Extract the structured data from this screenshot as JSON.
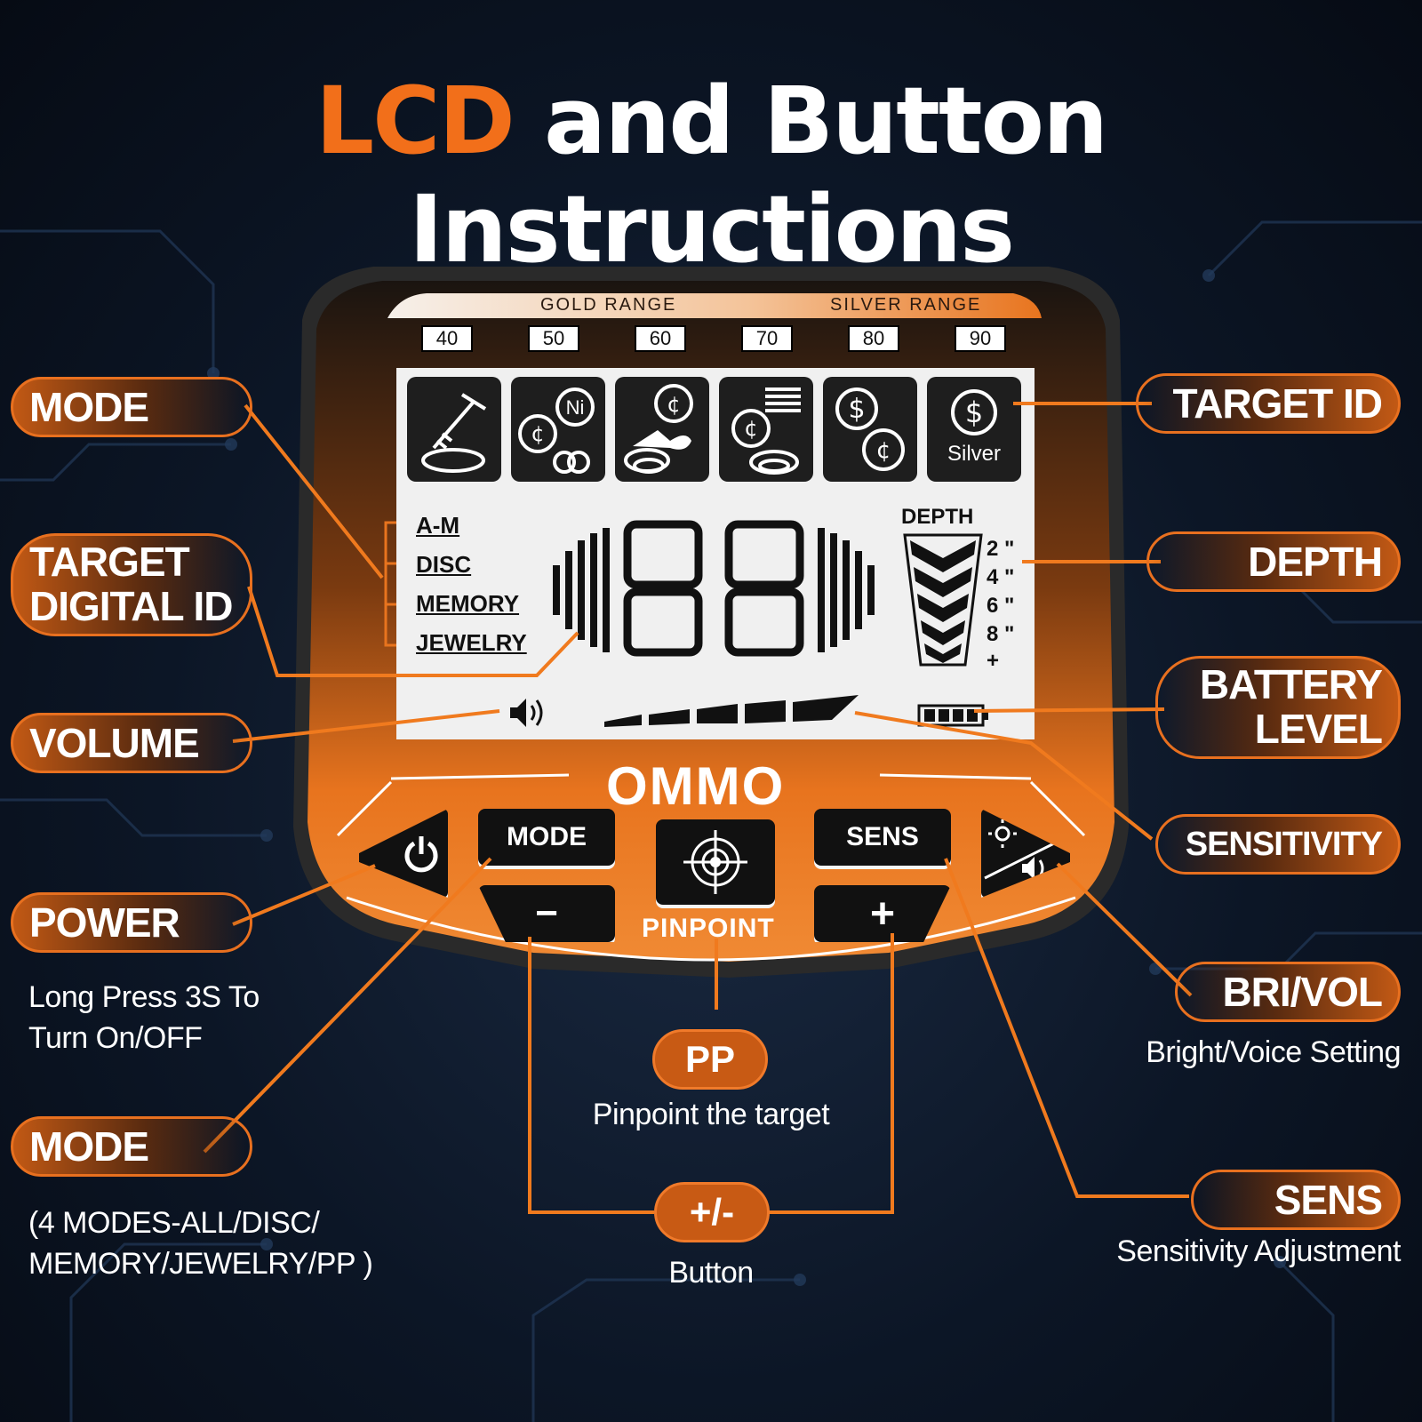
{
  "title": {
    "highlight": "LCD",
    "rest": "and Button Instructions"
  },
  "colors": {
    "accent": "#f26f1a",
    "background": "#0c1626",
    "device_body": "#e8741e",
    "lcd": "#f0f0f0"
  },
  "device": {
    "gold_range": "GOLD RANGE",
    "silver_range": "SILVER RANGE",
    "scale": [
      "40",
      "50",
      "60",
      "70",
      "80",
      "90"
    ],
    "target_icons": [
      {
        "name": "iron-bottlecap-icon"
      },
      {
        "name": "nickel-ring-icon",
        "text": "Ni"
      },
      {
        "name": "pulltab-coin-icon"
      },
      {
        "name": "zinc-coin-icon"
      },
      {
        "name": "dollar-cent-icon"
      },
      {
        "name": "silver-dollar-icon",
        "text": "Silver"
      }
    ],
    "modes": [
      "A-M",
      "DISC",
      "MEMORY",
      "JEWELRY"
    ],
    "depth_label": "DEPTH",
    "depth_values": [
      "2 \"",
      "4 \"",
      "6 \"",
      "8 \"",
      "+"
    ],
    "brand": "OMMO",
    "buttons": {
      "mode": "MODE",
      "sens": "SENS",
      "minus": "−",
      "plus": "+",
      "pinpoint": "PINPOINT"
    }
  },
  "callouts": {
    "mode_top": "MODE",
    "target_digital_id": [
      "TARGET",
      "DIGITAL ID"
    ],
    "volume": "VOLUME",
    "power": "POWER",
    "power_note": [
      "Long Press 3S To",
      "Turn On/OFF"
    ],
    "mode_bottom": "MODE",
    "mode_note": [
      "(4 MODES-ALL/DISC/",
      "MEMORY/JEWELRY/PP )"
    ],
    "target_id": "TARGET ID",
    "depth": "DEPTH",
    "battery_level": [
      "BATTERY",
      "LEVEL"
    ],
    "sensitivity": "SENSITIVITY",
    "bri_vol": "BRI/VOL",
    "bri_vol_note": "Bright/Voice Setting",
    "sens": "SENS",
    "sens_note": "Sensitivity Adjustment",
    "pp": "PP",
    "pp_note": "Pinpoint the target",
    "plus_minus": "+/-",
    "plus_minus_note": "Button"
  }
}
